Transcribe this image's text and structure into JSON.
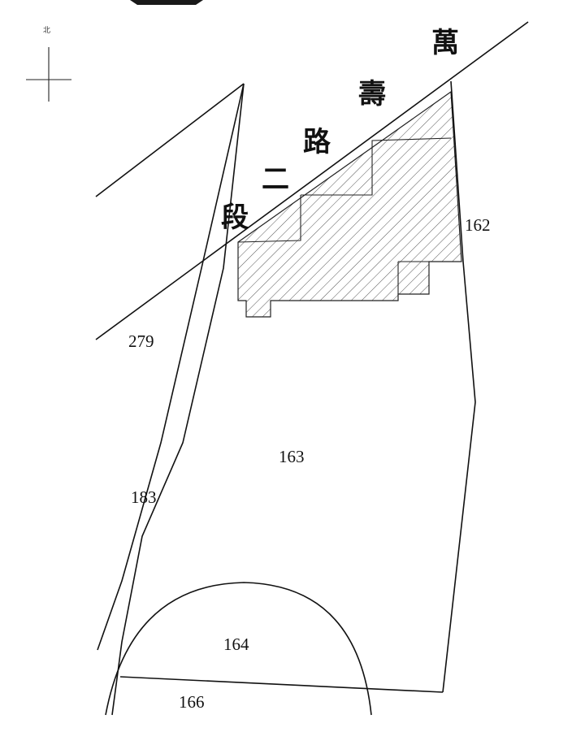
{
  "north_label": "北",
  "road": {
    "characters": [
      "萬",
      "壽",
      "路",
      "二",
      "段"
    ]
  },
  "lots": [
    {
      "id": "lot-162",
      "number": "162"
    },
    {
      "id": "lot-163",
      "number": "163"
    },
    {
      "id": "lot-164",
      "number": "164"
    },
    {
      "id": "lot-166",
      "number": "166"
    },
    {
      "id": "lot-183",
      "number": "183"
    },
    {
      "id": "lot-279",
      "number": "279"
    }
  ],
  "colors": {
    "line": "#111111",
    "hatch": "#555555",
    "background": "#ffffff"
  }
}
